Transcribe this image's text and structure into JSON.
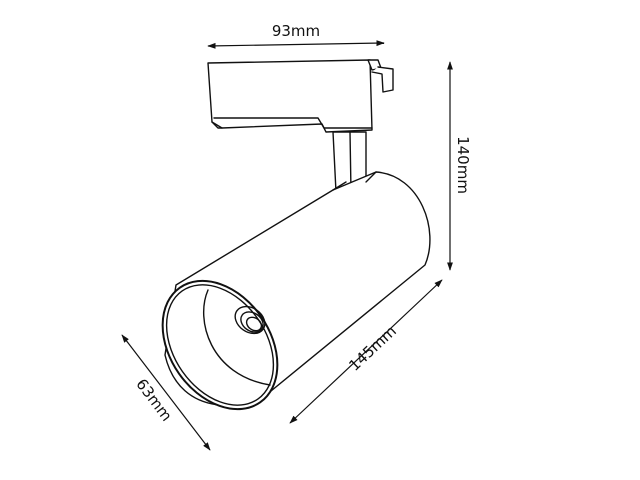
{
  "diagram": {
    "subject": "Track spotlight dimension drawing",
    "line_color": "#111111",
    "background": "#ffffff",
    "dimensions": {
      "width_top": {
        "label": "93mm",
        "value_mm": 93
      },
      "height": {
        "label": "140mm",
        "value_mm": 140
      },
      "body_length": {
        "label": "145mm",
        "value_mm": 145
      },
      "head_diameter": {
        "label": "63mm",
        "value_mm": 63
      }
    },
    "parts": [
      "track-adapter",
      "stem",
      "cylinder-body",
      "front-bezel",
      "reflector",
      "led-lens"
    ]
  }
}
